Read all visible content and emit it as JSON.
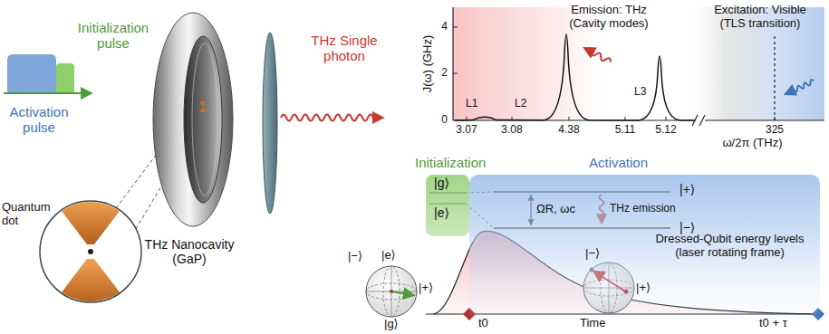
{
  "diagram": {
    "nodes": [
      {
        "text": [
          "Initialization",
          "|g⟩",
          "|e⟩"
        ]
      },
      {
        "text": [
          "Activation",
          "|+⟩",
          "|−⟩",
          "ΩR, ωc",
          "THz emission",
          "Dressed-Qubit energy levels (laser rotating frame)"
        ]
      }
    ],
    "labels": [
      "Initialization pulse",
      "Activation pulse",
      "Quantum dot",
      "THz Nanocavity (GaP)",
      "THz Single photon",
      "J(ω) (GHz)",
      "4",
      "2",
      "0",
      "L1",
      "L2",
      "L3",
      "Emission: THz (Cavity modes)",
      "Excitation: Visible (TLS transition)",
      "3.07",
      "3.08",
      "4.38",
      "5.11",
      "5.12",
      "325",
      "ω/2π (THz)",
      "|−⟩",
      "|e⟩",
      "|+⟩",
      "|g⟩",
      "|−⟩",
      "|+⟩",
      "t0",
      "Time",
      "t0 + τ"
    ]
  }
}
